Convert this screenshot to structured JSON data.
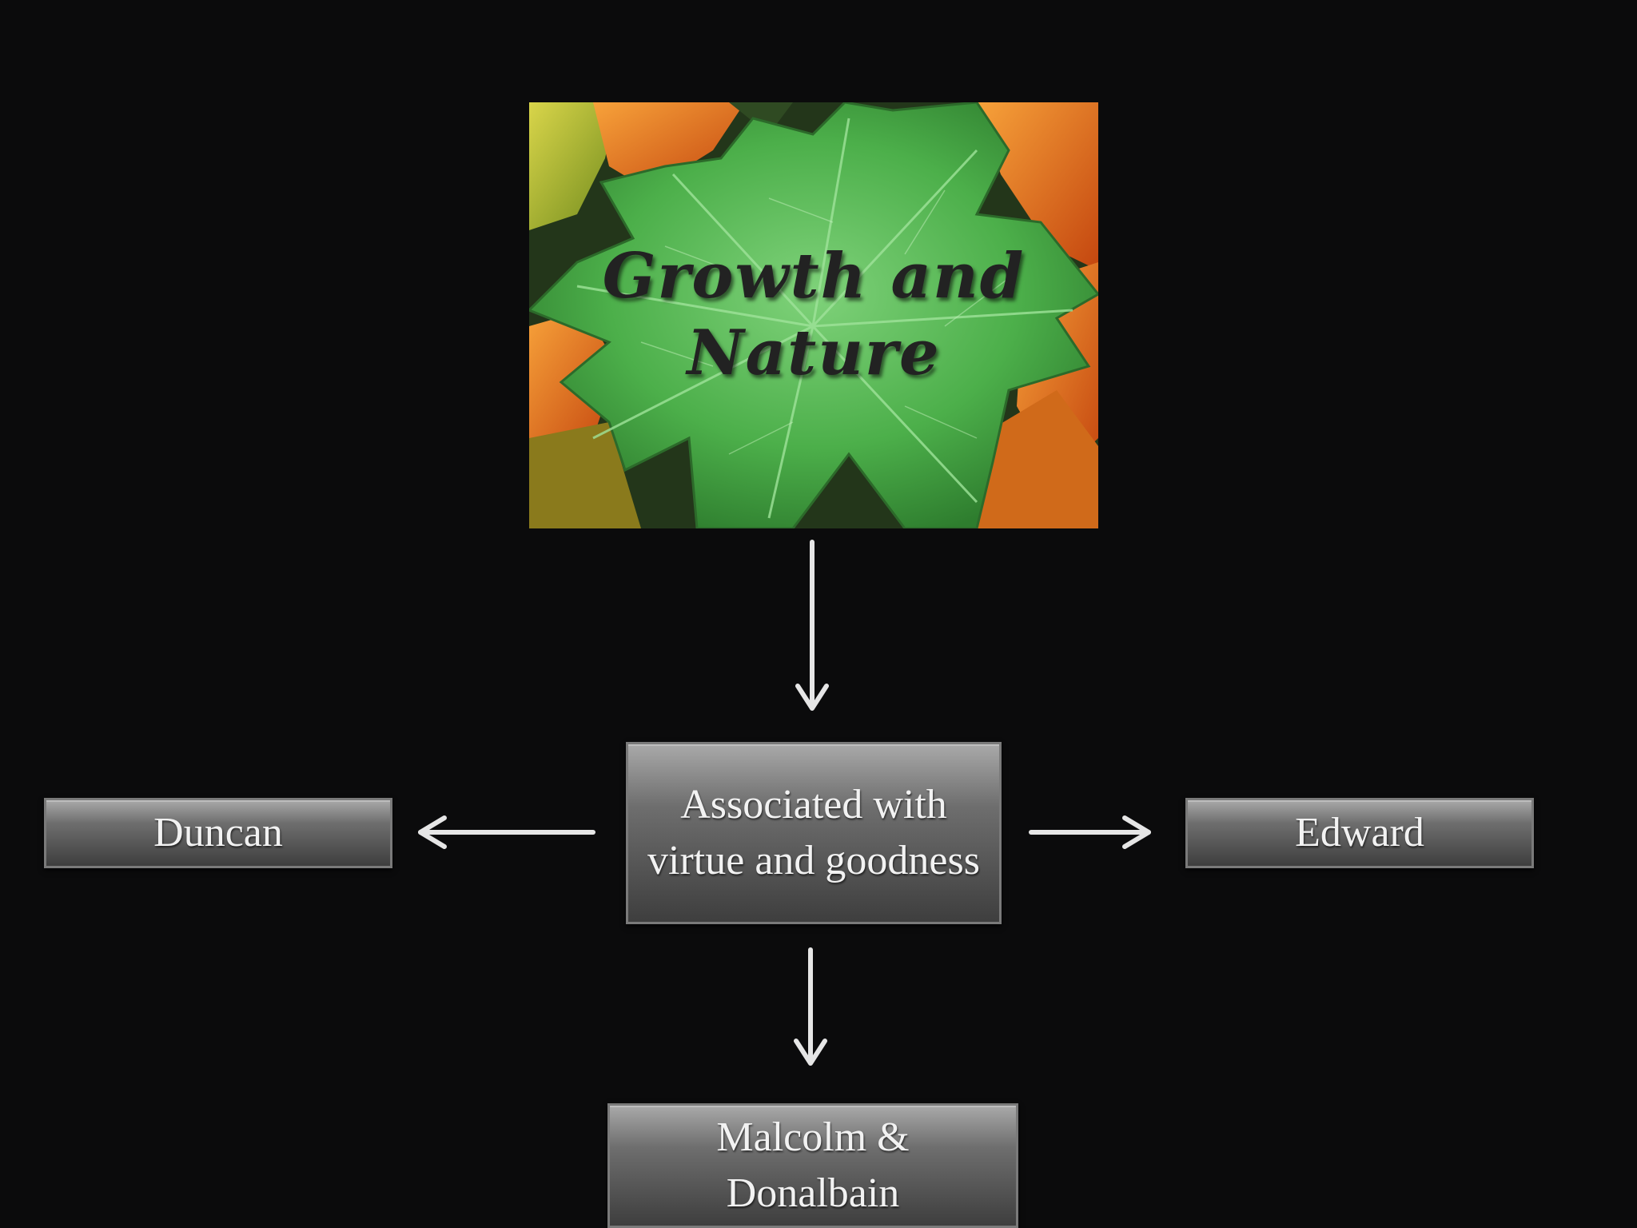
{
  "hero": {
    "title": "Growth and\nNature"
  },
  "nodes": {
    "center": "Associated with virtue and goodness",
    "left": "Duncan",
    "right": "Edward",
    "bottom": "Malcolm & Donalbain"
  },
  "colors": {
    "background": "#0b0b0c",
    "box_top": "#a9a9a9",
    "box_bottom": "#3e3e3e",
    "box_text": "#f2f2f2",
    "arrow": "#e6e6e6"
  }
}
